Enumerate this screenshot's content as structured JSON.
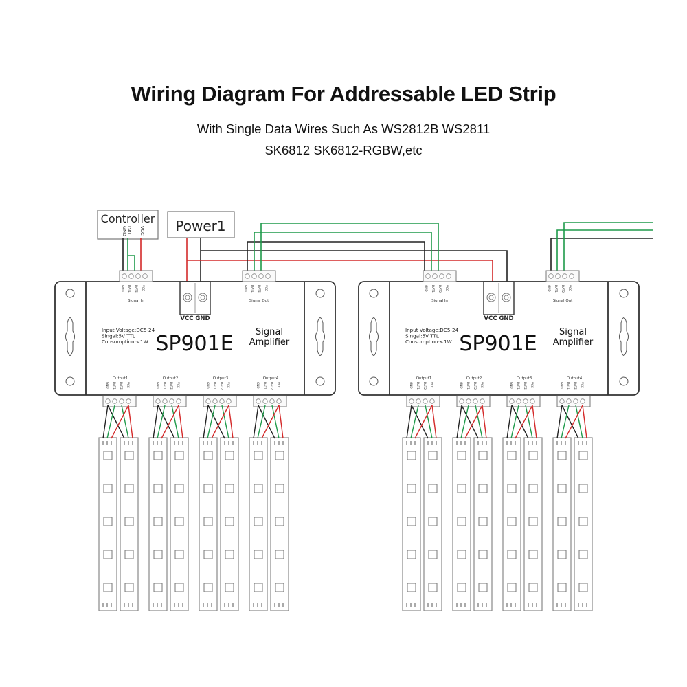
{
  "header": {
    "title": "Wiring Diagram For Addressable LED Strip",
    "subtitle_line1": "With Single Data Wires Such As WS2812B WS2811",
    "subtitle_line2": "SK6812 SK6812-RGBW,etc"
  },
  "controller": {
    "label": "Controller",
    "pins": [
      "GND",
      "DAT",
      "VCC"
    ]
  },
  "power_supply": {
    "label": "Power1"
  },
  "amplifiers": [
    {
      "model": "SP901E",
      "name_line1": "Signal",
      "name_line2": "Amplifier",
      "spec_lines": [
        "Input Voltage:DC5-24",
        "Singal:5V TTL",
        "Consumption:<1W"
      ],
      "power_terminal_labels": [
        "VCC",
        "GND"
      ],
      "signal_in_label": "Signal In",
      "signal_out_label": "Signal Out",
      "port_pins": [
        "GND",
        "DAT1",
        "DAT2",
        "VCC"
      ],
      "outputs": [
        "Output1",
        "Output2",
        "Output3",
        "Output4"
      ]
    },
    {
      "model": "SP901E",
      "name_line1": "Signal",
      "name_line2": "Amplifier",
      "spec_lines": [
        "Input Voltage:DC5-24",
        "Singal:5V TTL",
        "Consumption:<1W"
      ],
      "power_terminal_labels": [
        "VCC",
        "GND"
      ],
      "signal_in_label": "Signal In",
      "signal_out_label": "Signal Out",
      "port_pins": [
        "GND",
        "DAT1",
        "DAT2",
        "VCC"
      ],
      "outputs": [
        "Output1",
        "Output2",
        "Output3",
        "Output4"
      ]
    }
  ],
  "led_strips": {
    "strips_per_output": 2,
    "leds_per_strip": 5
  },
  "wire_colors": {
    "gnd": "#222222",
    "data": "#1e9a4a",
    "vcc": "#d42a2a"
  }
}
